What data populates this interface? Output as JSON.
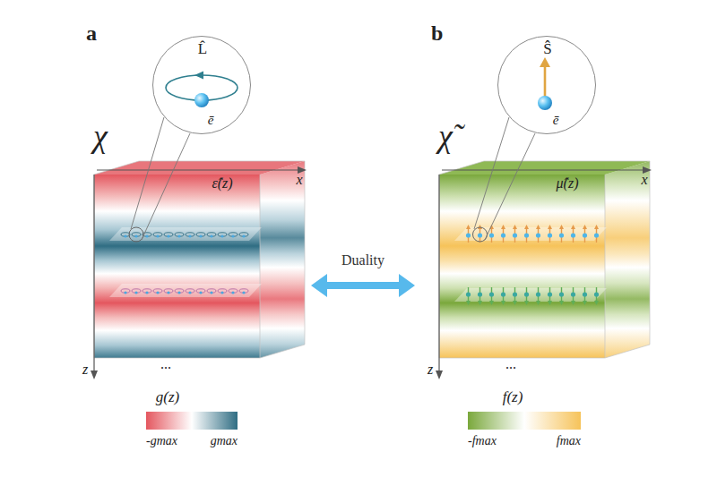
{
  "diagram": {
    "nodes": [
      {
        "text": [
          "L̂",
          "ē"
        ]
      },
      {
        "text": [
          "ε̂(z)",
          "x",
          "z",
          "..."
        ]
      },
      {
        "text": [
          "Ŝ",
          "ē"
        ]
      },
      {
        "text": [
          "μ̂(z)",
          "x",
          "z",
          "..."
        ]
      }
    ],
    "edges": [
      {
        "from": 1,
        "to": 3,
        "arrow": "both",
        "label": "Duality"
      }
    ],
    "labels": [
      "a",
      "χ",
      "g(z)",
      "b",
      "χ̃",
      "f(z)"
    ],
    "legend": [
      {
        "text": "-gmax",
        "color": "#e4575f"
      },
      {
        "text": "gmax",
        "color": "#2f6d83"
      },
      {
        "text": "-fmax",
        "color": "#7aa83c"
      },
      {
        "text": "fmax",
        "color": "#f6c35a"
      }
    ]
  }
}
